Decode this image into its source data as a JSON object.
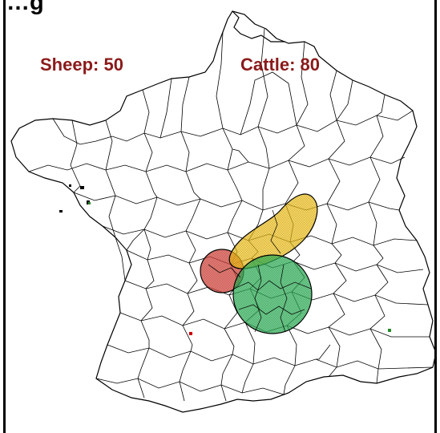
{
  "title_fragment": "…g",
  "labels": {
    "sheep": "Sheep: 50",
    "cattle": "Cattle: 80"
  },
  "colors": {
    "label_text": "#8b1a1a",
    "zone_yellow": "#f5c518",
    "zone_red": "#d9443a",
    "zone_green": "#2fb55a",
    "map_line": "#000000"
  },
  "zones": [
    {
      "name": "cattle-zone-yellow",
      "color": "#f5c518"
    },
    {
      "name": "sheep-zone-red",
      "color": "#d9443a"
    },
    {
      "name": "overlap-zone-green",
      "color": "#2fb55a"
    }
  ]
}
